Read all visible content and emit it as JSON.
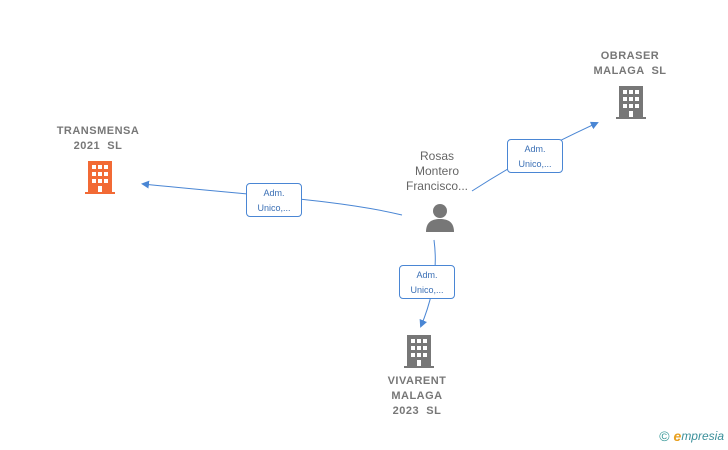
{
  "nodes": {
    "transmensa": {
      "label": "TRANSMENSA\n2021  SL",
      "icon": "building-icon",
      "color": "#f26a35"
    },
    "obraser": {
      "label": "OBRASER\nMALAGA  SL",
      "icon": "building-icon",
      "color": "#777777"
    },
    "person": {
      "label": "Rosas\nMontero\nFrancisco...",
      "icon": "person-icon",
      "color": "#777777"
    },
    "vivarent": {
      "label": "VIVARENT\nMALAGA\n2023  SL",
      "icon": "building-icon",
      "color": "#777777"
    }
  },
  "edges": [
    {
      "from": "person",
      "to": "transmensa",
      "line1": "Adm.",
      "line2": "Unico,..."
    },
    {
      "from": "person",
      "to": "obraser",
      "line1": "Adm.",
      "line2": "Unico,..."
    },
    {
      "from": "person",
      "to": "vivarent",
      "line1": "Adm.",
      "line2": "Unico,..."
    }
  ],
  "colors": {
    "edge": "#4a86d4"
  },
  "brand": {
    "copyright_symbol": "©",
    "initial": "e",
    "rest": "mpresia"
  }
}
